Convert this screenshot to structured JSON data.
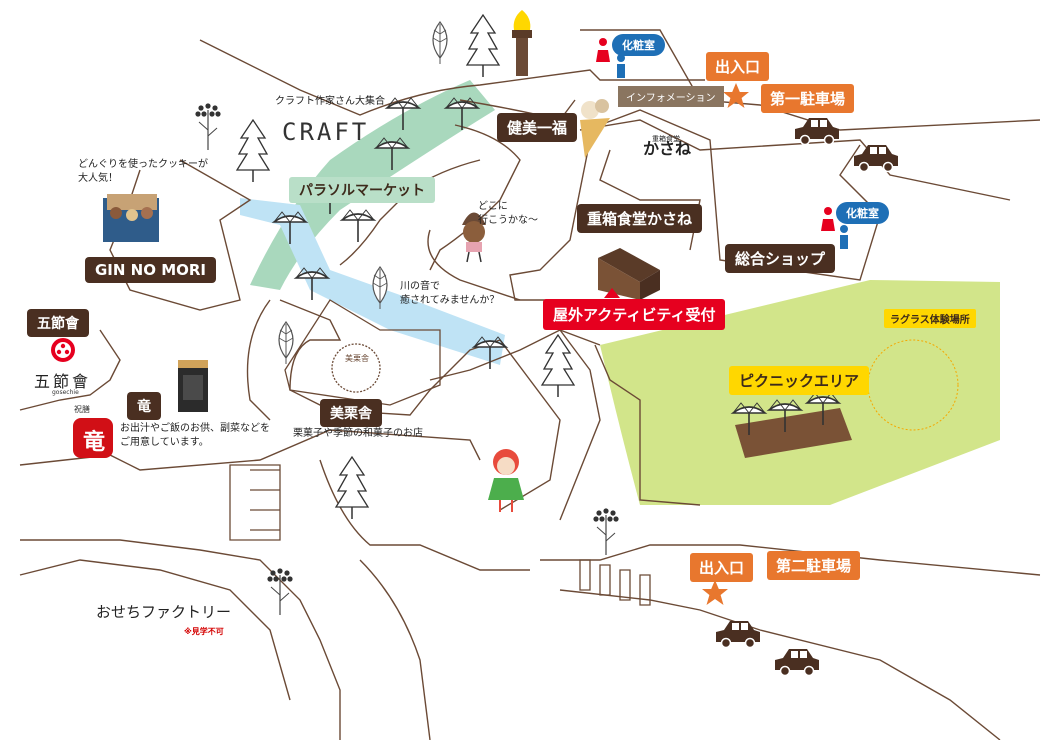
{
  "labels": {
    "craft_caption": "クラフト作家さん大集合",
    "craft": "CRAFT",
    "parasol_market": "パラソルマーケット",
    "kenbi_ippuku": "健美一福",
    "restroom": "化粧室",
    "information": "インフォメーション",
    "entrance": "出入口",
    "parking_1": "第一駐車場",
    "parking_2": "第二駐車場",
    "jubako": "重箱食堂かさね",
    "sougou_shop": "総合ショップ",
    "outdoor_activity": "屋外アクティビティ受付",
    "ragrass": "ラグラス体験場所",
    "picnic_area": "ピクニックエリア",
    "gin_no_mori": "GIN NO MORI",
    "cookie_note": "どんぐりを使ったクッキーが\n大人気！",
    "gosechie": "五節會",
    "gosechie_logo": "五節會",
    "gosechie_roman": "gosechie",
    "ryu": "竜",
    "ryu_note": "お出汁やご飯のお供、副菜などを\nご用意しています。",
    "ryu_logo": "竜",
    "ryu_logo_caption": "祝膳",
    "bikuri": "美栗舎",
    "bikuri_logo": "美栗舎",
    "bikuri_note": "栗菓子や季節の和菓子のお店",
    "river_note": "川の音で\n癒されてみませんか？",
    "where_go": "どこに\n行こうかな～",
    "osechi_factory": "おせちファクトリー",
    "no_tour": "※見学不可",
    "kasane_logo": "かさね",
    "kasane_logo_caption": "重箱食堂"
  },
  "colors": {
    "road": "#6b4a36",
    "green_area": "#a9d8bd",
    "river": "#bfe3f5",
    "picnic": "#d2e58a",
    "dark_label": "#4a2f21",
    "orange_label": "#e8772e",
    "red_label": "#e6001f",
    "yellow_label": "#ffd700",
    "blue_label": "#1e6fb6",
    "star": "#e8772e"
  },
  "icons": [
    "restroom-icon",
    "star-icon",
    "car-icon",
    "parasol-icon",
    "tree-icon",
    "leaf-icon",
    "flower-icon",
    "chestnut-character",
    "girl-character",
    "ice-cream-icon",
    "torch-icon",
    "cookie-box-image",
    "product-bag-image"
  ]
}
